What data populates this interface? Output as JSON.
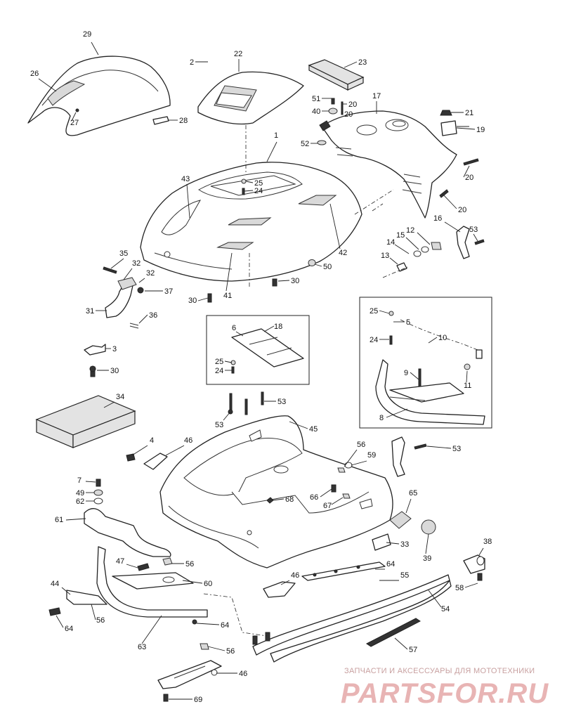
{
  "callouts": [
    {
      "id": "c29",
      "text": "29"
    },
    {
      "id": "c26",
      "text": "26"
    },
    {
      "id": "c27",
      "text": "27"
    },
    {
      "id": "c28",
      "text": "28"
    },
    {
      "id": "c2",
      "text": "2"
    },
    {
      "id": "c22",
      "text": "22"
    },
    {
      "id": "c23",
      "text": "23"
    },
    {
      "id": "c17",
      "text": "17"
    },
    {
      "id": "c51",
      "text": "51"
    },
    {
      "id": "c20a",
      "text": "20"
    },
    {
      "id": "c40",
      "text": "40"
    },
    {
      "id": "c20b",
      "text": "20"
    },
    {
      "id": "c21",
      "text": "21"
    },
    {
      "id": "c19",
      "text": "19"
    },
    {
      "id": "c52",
      "text": "52"
    },
    {
      "id": "c1",
      "text": "1"
    },
    {
      "id": "c43",
      "text": "43"
    },
    {
      "id": "c25a",
      "text": "25"
    },
    {
      "id": "c24a",
      "text": "24"
    },
    {
      "id": "c20c",
      "text": "20"
    },
    {
      "id": "c20d",
      "text": "20"
    },
    {
      "id": "c16",
      "text": "16"
    },
    {
      "id": "c53a",
      "text": "53"
    },
    {
      "id": "c15",
      "text": "15"
    },
    {
      "id": "c12",
      "text": "12"
    },
    {
      "id": "c14",
      "text": "14"
    },
    {
      "id": "c13",
      "text": "13"
    },
    {
      "id": "c42",
      "text": "42"
    },
    {
      "id": "c50",
      "text": "50"
    },
    {
      "id": "c35",
      "text": "35"
    },
    {
      "id": "c32a",
      "text": "32"
    },
    {
      "id": "c32b",
      "text": "32"
    },
    {
      "id": "c37",
      "text": "37"
    },
    {
      "id": "c30a",
      "text": "30"
    },
    {
      "id": "c30b",
      "text": "30"
    },
    {
      "id": "c41",
      "text": "41"
    },
    {
      "id": "c31",
      "text": "31"
    },
    {
      "id": "c36",
      "text": "36"
    },
    {
      "id": "c6",
      "text": "6"
    },
    {
      "id": "c18",
      "text": "18"
    },
    {
      "id": "c25b",
      "text": "25"
    },
    {
      "id": "c24b",
      "text": "24"
    },
    {
      "id": "c25c",
      "text": "25"
    },
    {
      "id": "c5",
      "text": "5"
    },
    {
      "id": "c10",
      "text": "10"
    },
    {
      "id": "c24c",
      "text": "24"
    },
    {
      "id": "c9",
      "text": "9"
    },
    {
      "id": "c11",
      "text": "11"
    },
    {
      "id": "c8",
      "text": "8"
    },
    {
      "id": "c3",
      "text": "3"
    },
    {
      "id": "c30c",
      "text": "30"
    },
    {
      "id": "c34",
      "text": "34"
    },
    {
      "id": "c53b",
      "text": "53"
    },
    {
      "id": "c53c",
      "text": "53"
    },
    {
      "id": "c45",
      "text": "45"
    },
    {
      "id": "c4",
      "text": "4"
    },
    {
      "id": "c46a",
      "text": "46"
    },
    {
      "id": "c56a",
      "text": "56"
    },
    {
      "id": "c59",
      "text": "59"
    },
    {
      "id": "c53d",
      "text": "53"
    },
    {
      "id": "c7",
      "text": "7"
    },
    {
      "id": "c49",
      "text": "49"
    },
    {
      "id": "c62",
      "text": "62"
    },
    {
      "id": "c61",
      "text": "61"
    },
    {
      "id": "c68",
      "text": "68"
    },
    {
      "id": "c66",
      "text": "66"
    },
    {
      "id": "c67",
      "text": "67"
    },
    {
      "id": "c65",
      "text": "65"
    },
    {
      "id": "c33",
      "text": "33"
    },
    {
      "id": "c39",
      "text": "39"
    },
    {
      "id": "c38",
      "text": "38"
    },
    {
      "id": "c47",
      "text": "47"
    },
    {
      "id": "c56b",
      "text": "56"
    },
    {
      "id": "c60",
      "text": "60"
    },
    {
      "id": "c46b",
      "text": "46"
    },
    {
      "id": "c64a",
      "text": "64"
    },
    {
      "id": "c55",
      "text": "55"
    },
    {
      "id": "c58",
      "text": "58"
    },
    {
      "id": "c44",
      "text": "44"
    },
    {
      "id": "c56c",
      "text": "56"
    },
    {
      "id": "c64b",
      "text": "64"
    },
    {
      "id": "c54",
      "text": "54"
    },
    {
      "id": "c64c",
      "text": "64"
    },
    {
      "id": "c63",
      "text": "63"
    },
    {
      "id": "c57",
      "text": "57"
    },
    {
      "id": "c56d",
      "text": "56"
    },
    {
      "id": "c46c",
      "text": "46"
    },
    {
      "id": "c69",
      "text": "69"
    }
  ],
  "watermark": {
    "tagline": "ЗАПЧАСТИ И АКСЕССУАРЫ ДЛЯ МОТОТЕХНИКИ",
    "logo": "PARTSFOR.RU"
  }
}
